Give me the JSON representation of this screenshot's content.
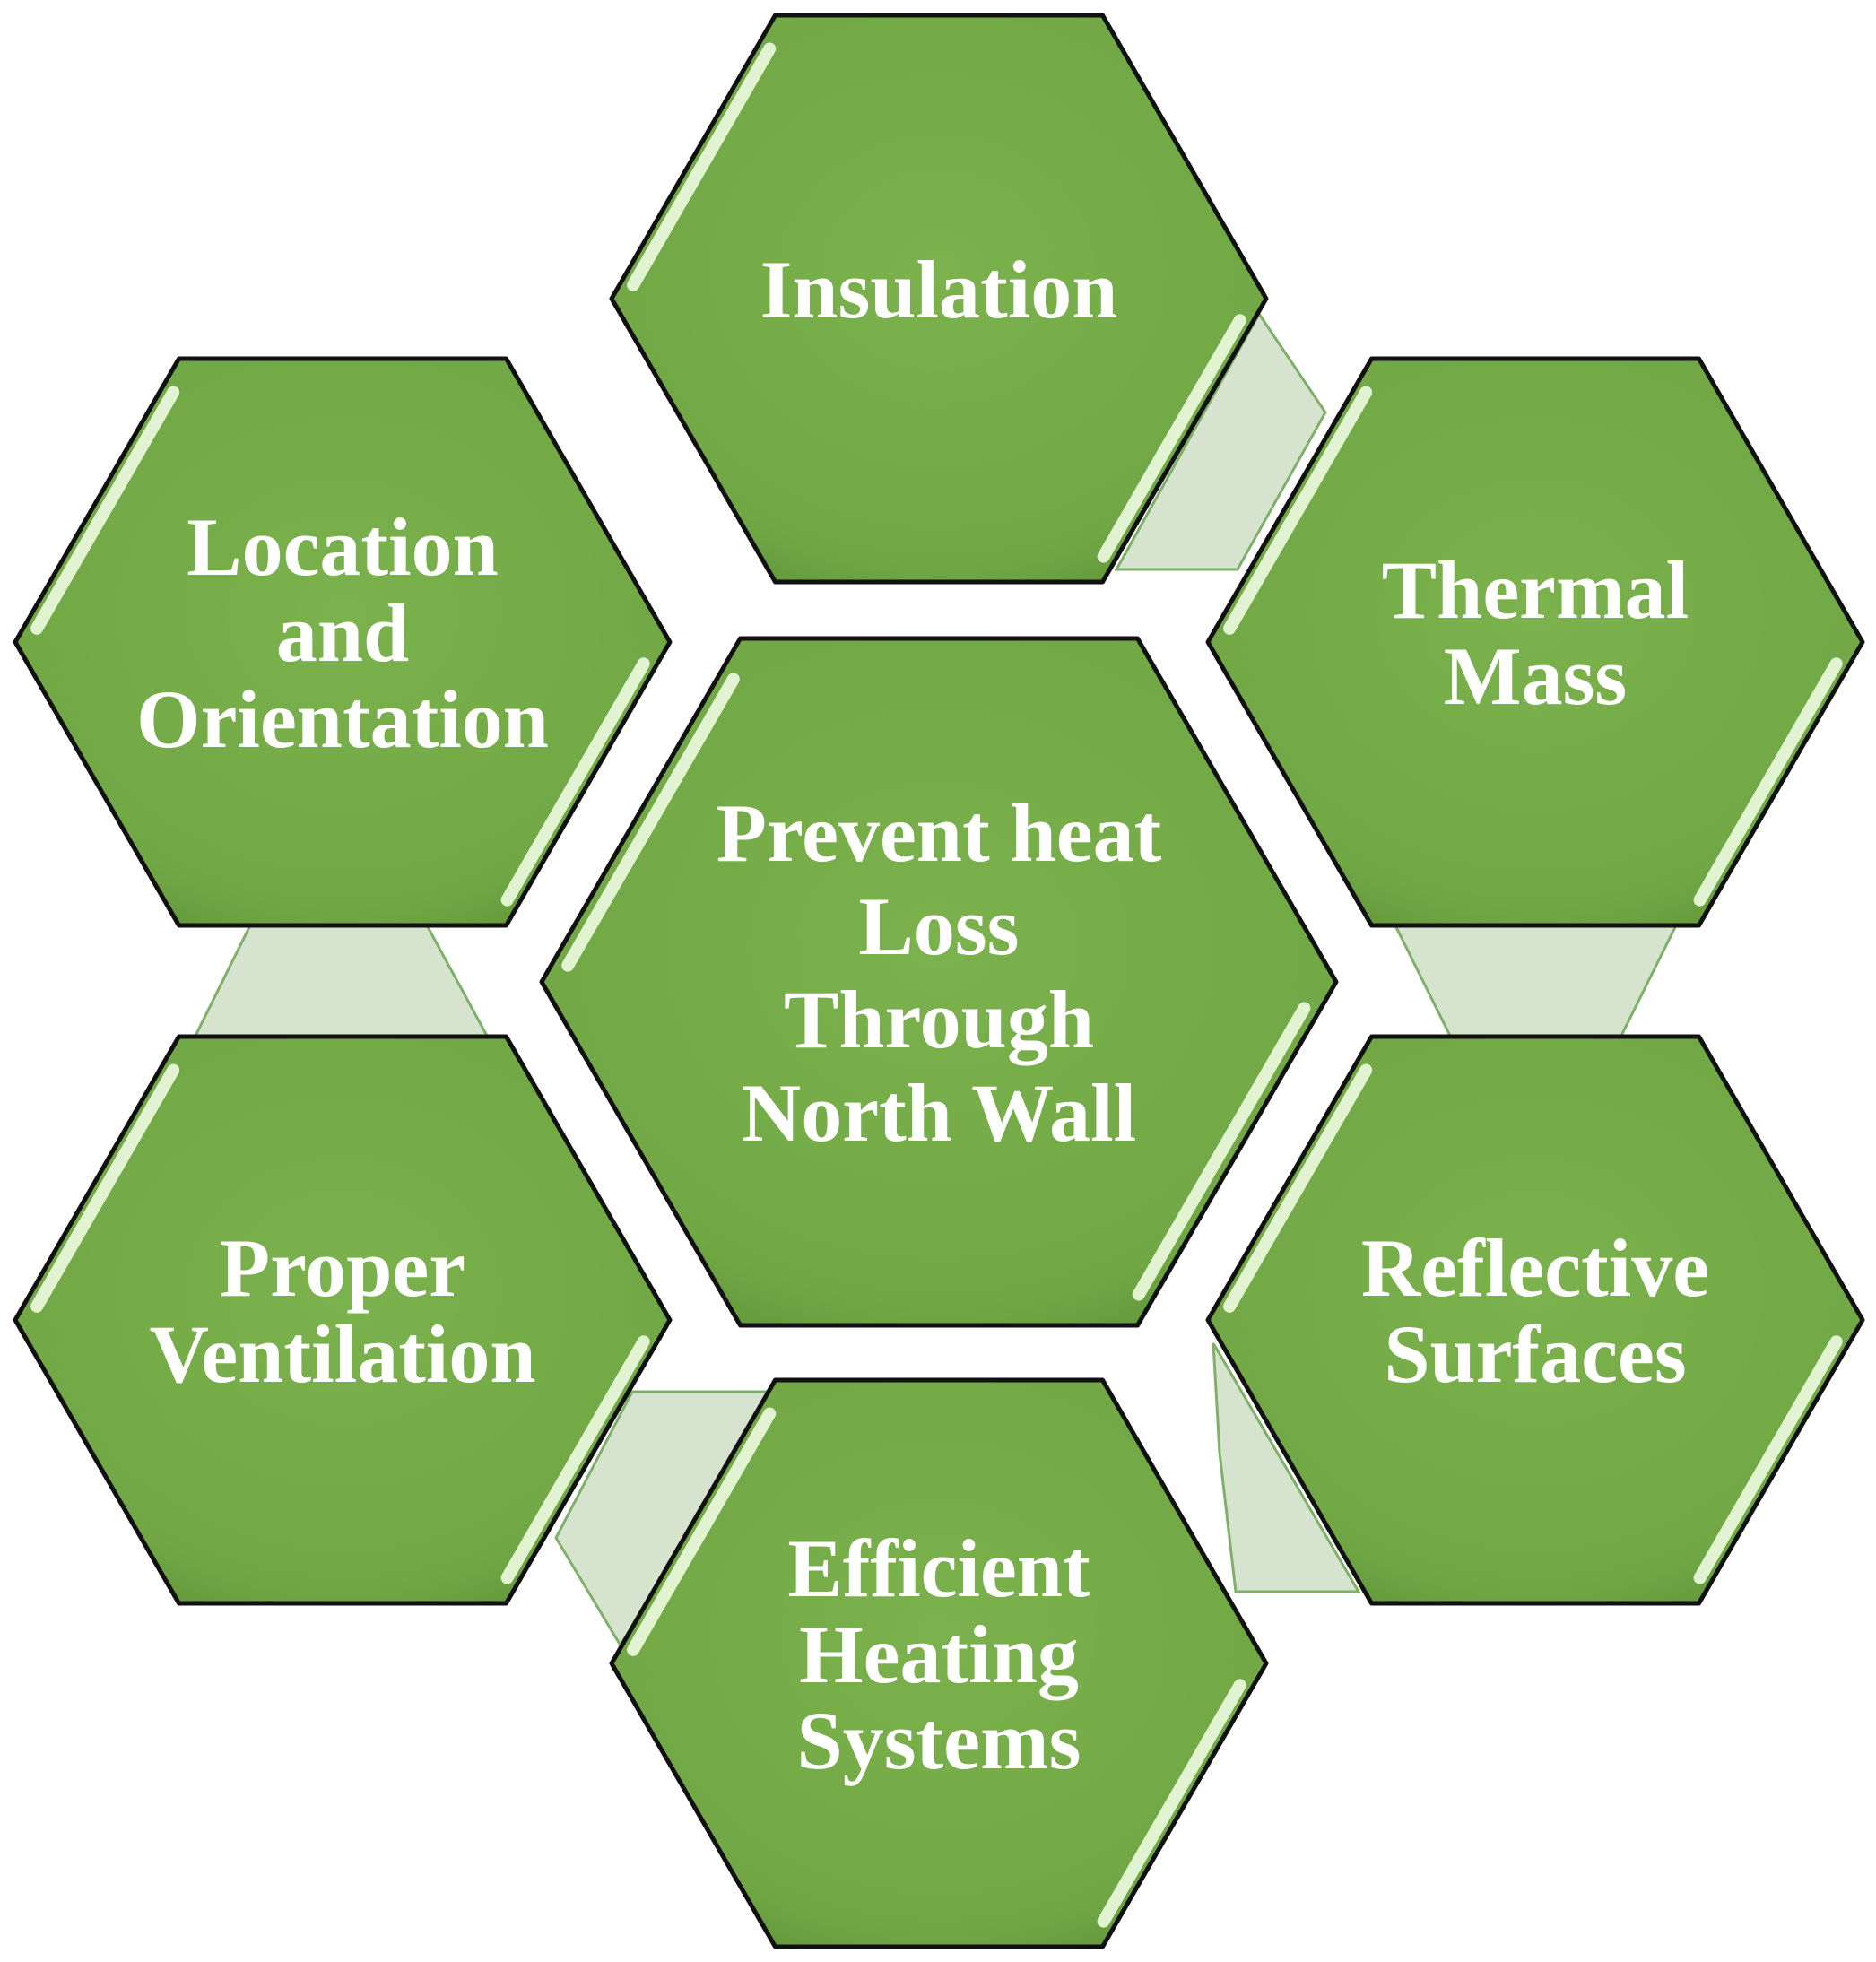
{
  "colors": {
    "hex_fill": "#72aa46",
    "hex_fill_dark": "#5e9336",
    "connector_fill": "#d6e3cf",
    "connector_stroke": "#7fb069",
    "label_color": "#ffffff"
  },
  "center": {
    "lines": [
      "Prevent heat",
      "Loss",
      "Through",
      "North Wall"
    ]
  },
  "items": [
    {
      "key": "insulation",
      "lines": [
        "Insulation"
      ]
    },
    {
      "key": "thermal-mass",
      "lines": [
        "Thermal",
        "Mass"
      ]
    },
    {
      "key": "reflective-surfaces",
      "lines": [
        "Reflective",
        "Surfaces"
      ]
    },
    {
      "key": "efficient-heating-systems",
      "lines": [
        "Efficient",
        "Heating",
        "Systems"
      ]
    },
    {
      "key": "proper-ventilation",
      "lines": [
        "Proper",
        "Ventilation"
      ]
    },
    {
      "key": "location-and-orientation",
      "lines": [
        "Location",
        "and",
        "Orientation"
      ]
    }
  ]
}
